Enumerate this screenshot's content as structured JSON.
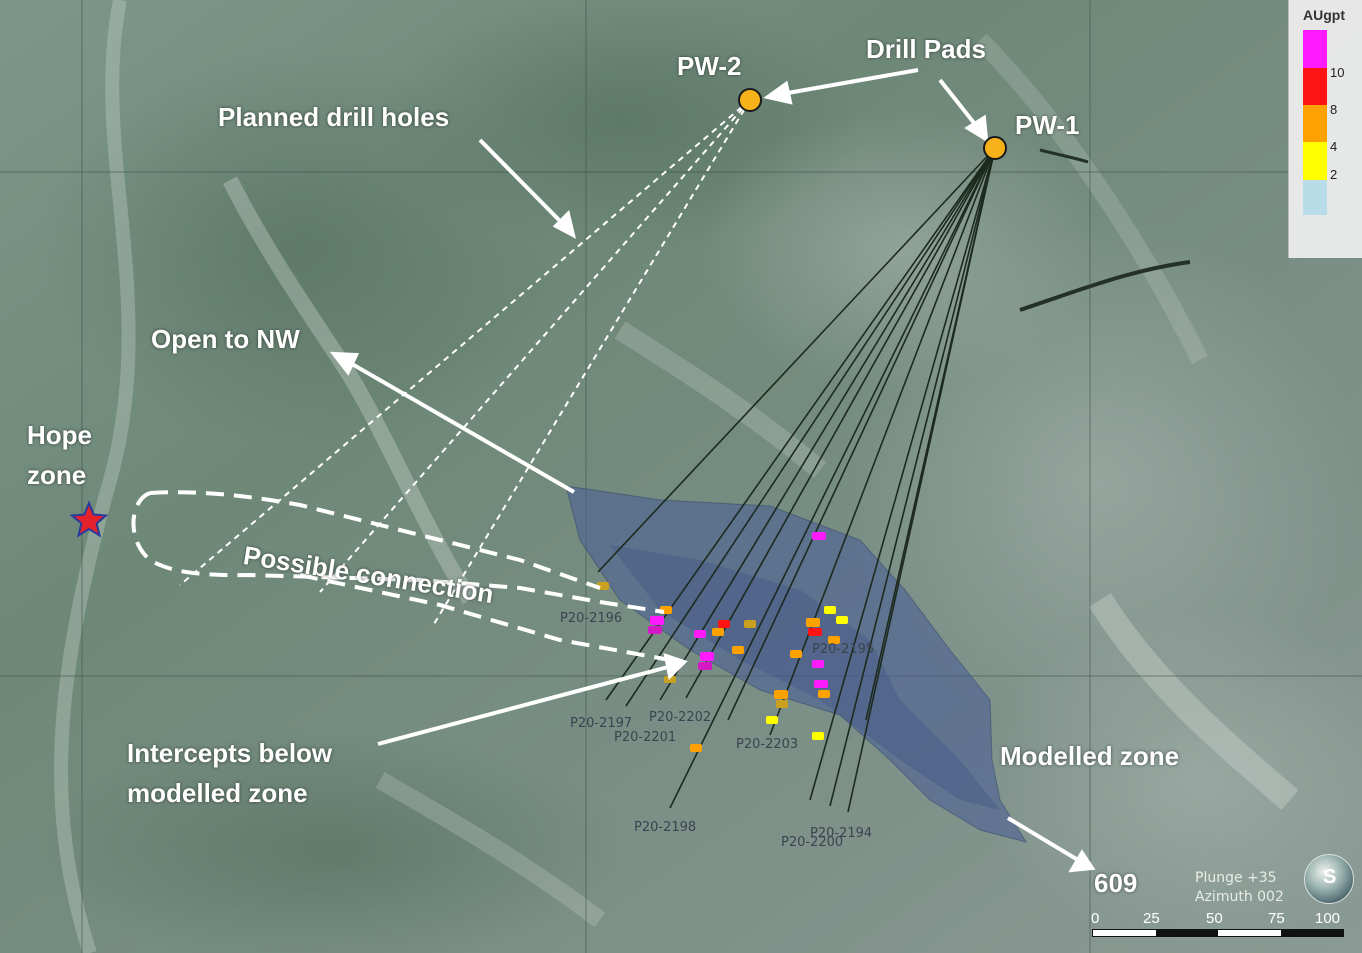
{
  "map": {
    "labels": {
      "drill_pads": "Drill Pads",
      "pw2": "PW-2",
      "pw1": "PW-1",
      "planned_drill_holes": "Planned drill holes",
      "open_to_nw": "Open to NW",
      "hope_zone_1": "Hope",
      "hope_zone_2": "zone",
      "possible_connection": "Possible connection",
      "intercepts_1": "Intercepts below",
      "intercepts_2": "modelled zone",
      "modelled_zone": "Modelled zone",
      "section": "609"
    },
    "drill_holes": [
      "P20-2196",
      "P20-2197",
      "P20-2202",
      "P20-2201",
      "P20-2195",
      "P20-2203",
      "P20-2198",
      "P20-2194",
      "P20-2200"
    ],
    "colors": {
      "drill_pad": "#f7b21a",
      "hope_star": "#e3222b",
      "modelled_zone": "#4a5f96",
      "grid": "#3a4a44"
    }
  },
  "legend": {
    "title": "AUgpt",
    "ticks": [
      "10",
      "8",
      "4",
      "2"
    ],
    "bins": [
      {
        "color": "#ff1aff"
      },
      {
        "color": "#ff1414"
      },
      {
        "color": "#ffa100"
      },
      {
        "color": "#ffff00"
      },
      {
        "color": "#b8dde8"
      }
    ]
  },
  "orientation": {
    "plunge": "Plunge +35",
    "azimuth": "Azimuth 002"
  },
  "scale": {
    "ticks": [
      "0",
      "25",
      "50",
      "75",
      "100"
    ]
  },
  "compass": {
    "letter": "S"
  }
}
